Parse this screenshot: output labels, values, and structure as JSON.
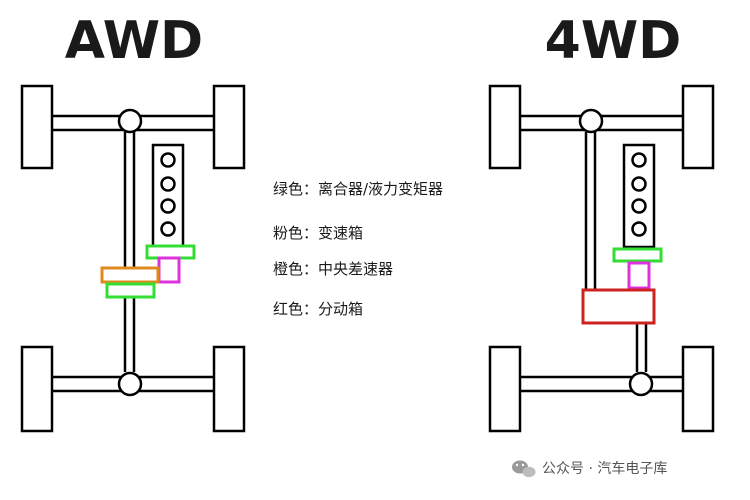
{
  "titles": {
    "left": "AWD",
    "right": "4WD"
  },
  "legend": [
    {
      "label": "绿色：离合器/液力变矩器",
      "color": "#33dd33"
    },
    {
      "label": "粉色：变速箱",
      "color": "#dd33dd"
    },
    {
      "label": "橙色：中央差速器",
      "color": "#e08a1e"
    },
    {
      "label": "红色：分动箱",
      "color": "#cc2222"
    }
  ],
  "watermark": {
    "text": "公众号 · 汽车电子库",
    "icon": "wechat-icon"
  },
  "colors": {
    "line": "#000000",
    "green": "#33dd33",
    "pink": "#dd33dd",
    "orange": "#e08a1e",
    "red": "#cc2222"
  }
}
